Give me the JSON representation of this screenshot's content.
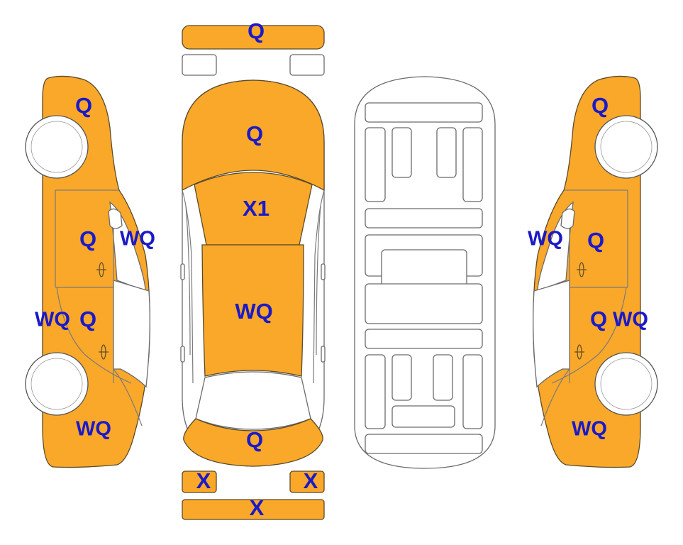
{
  "colors": {
    "damaged_panel": "#FAA82A",
    "code_text": "#1A1AC8",
    "outline": "#6B6B6B"
  },
  "codes": {
    "front_bumper": "Q",
    "hood": "Q",
    "windshield": "X1",
    "roof": "WQ",
    "trunk": "Q",
    "rear_left_corner": "X",
    "rear_right_corner": "X",
    "rear_bumper": "X",
    "left_front_fender": "Q",
    "left_front_door": "Q",
    "left_front_door_glass": "WQ",
    "left_rear_door_outer": "WQ",
    "left_rear_door": "Q",
    "left_rear_quarter": "WQ",
    "right_front_fender": "Q",
    "right_front_door_glass": "WQ",
    "right_front_door": "Q",
    "right_rear_door": "Q",
    "right_rear_door_outer": "WQ",
    "right_rear_quarter": "WQ"
  }
}
